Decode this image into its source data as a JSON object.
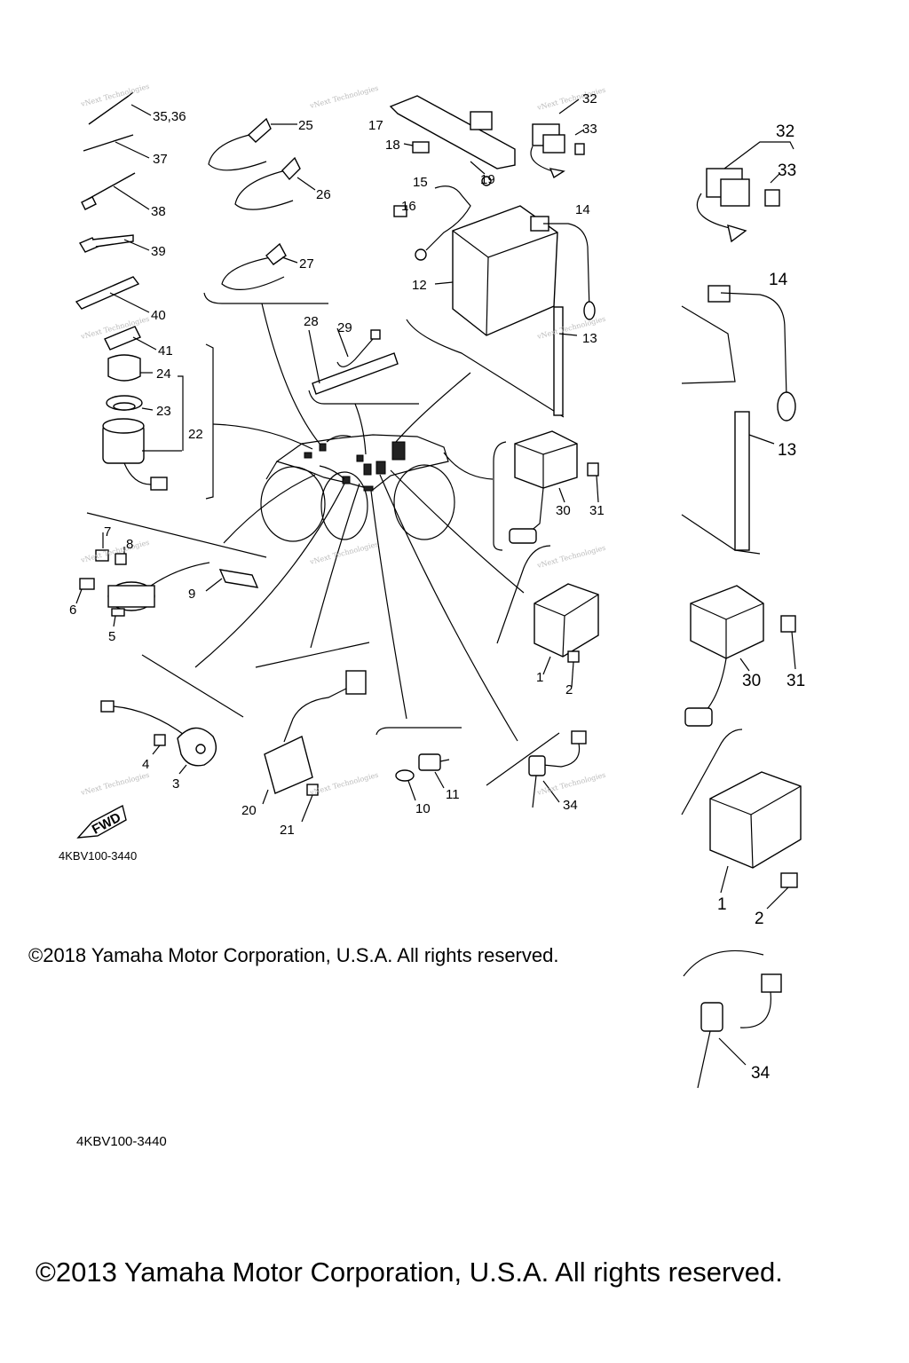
{
  "callouts": {
    "c1": "1",
    "c2": "2",
    "c3": "3",
    "c4": "4",
    "c5": "5",
    "c6": "6",
    "c7": "7",
    "c8": "8",
    "c9": "9",
    "c10": "10",
    "c11": "11",
    "c12": "12",
    "c13": "13",
    "c14": "14",
    "c15": "15",
    "c16": "16",
    "c17": "17",
    "c18": "18",
    "c19": "19",
    "c20": "20",
    "c21": "21",
    "c22": "22",
    "c23": "23",
    "c24": "24",
    "c25": "25",
    "c26": "26",
    "c27": "27",
    "c28": "28",
    "c29": "29",
    "c30": "30",
    "c31": "31",
    "c32": "32",
    "c33": "33",
    "c34": "34",
    "c3536": "35,36",
    "c37": "37",
    "c38": "38",
    "c39": "39",
    "c40": "40",
    "c41": "41"
  },
  "detail_callouts": {
    "d32": "32",
    "d33": "33",
    "d14": "14",
    "d13": "13",
    "d30": "30",
    "d31": "31",
    "d1": "1",
    "d2": "2",
    "d34": "34"
  },
  "fwd_label": "FWD",
  "watermark": "vNext Technologies",
  "diagram_code": "4KBV100-3440",
  "diagram_code_bottom": "4KBV100-3440",
  "copyright_2018": "©2018 Yamaha Motor Corporation, U.S.A. All rights reserved.",
  "copyright_2013": "©2013 Yamaha Motor Corporation, U.S.A. All rights reserved."
}
